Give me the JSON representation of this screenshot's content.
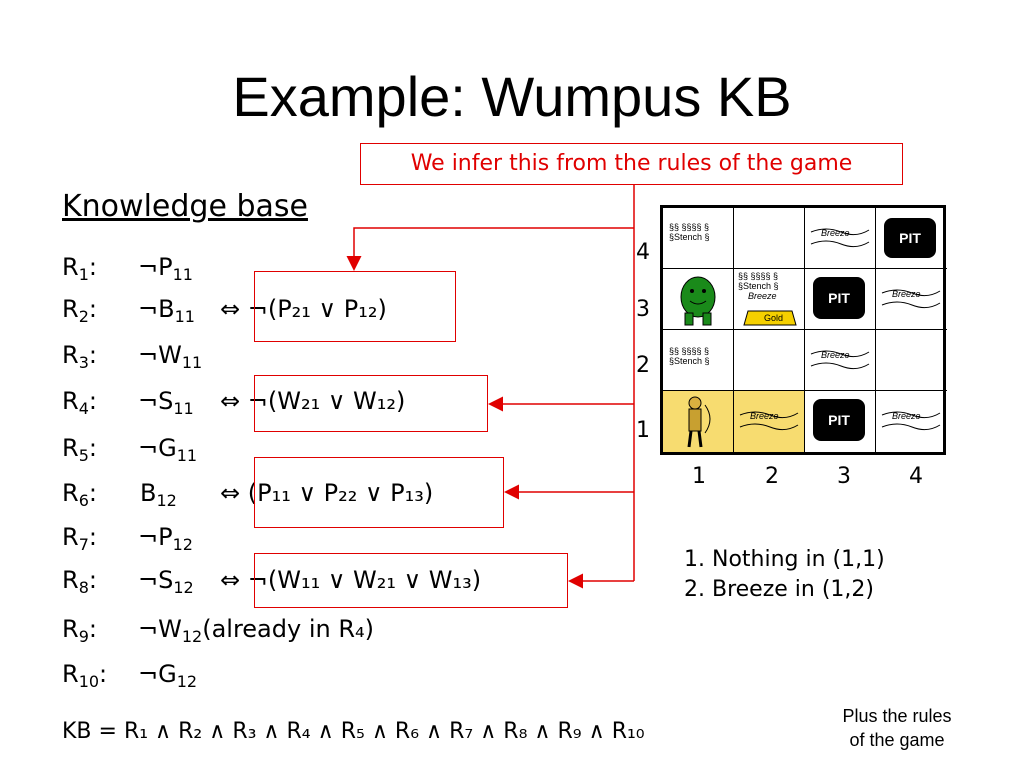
{
  "title": "Example: Wumpus KB",
  "kb_heading": "Knowledge base",
  "infer_note": "We infer this from the rules of the game",
  "rules": [
    {
      "n": "1",
      "lhs": "¬P",
      "lhs_sub": "11"
    },
    {
      "n": "2",
      "lhs": "¬B",
      "lhs_sub": "11",
      "rhs": "⇔ ¬(P₂₁ ∨ P₁₂)"
    },
    {
      "n": "3",
      "lhs": "¬W",
      "lhs_sub": "11"
    },
    {
      "n": "4",
      "lhs": "¬S",
      "lhs_sub": "11",
      "rhs": "⇔ ¬(W₂₁ ∨ W₁₂)"
    },
    {
      "n": "5",
      "lhs": "¬G",
      "lhs_sub": "11"
    },
    {
      "n": "6",
      "lhs": "B",
      "lhs_sub": "12",
      "rhs": "⇔ (P₁₁ ∨ P₂₂ ∨ P₁₃)"
    },
    {
      "n": "7",
      "lhs": "¬P",
      "lhs_sub": "12"
    },
    {
      "n": "8",
      "lhs": "¬S",
      "lhs_sub": "12",
      "rhs": "⇔ ¬(W₁₁ ∨ W₂₁ ∨ W₁₃)"
    },
    {
      "n": "9",
      "lhs": "¬W",
      "lhs_sub": "12",
      "note": "(already in R₄)"
    },
    {
      "n": "10",
      "lhs": "¬G",
      "lhs_sub": "12"
    }
  ],
  "kb_formula": "KB = R₁ ∧ R₂ ∧ R₃ ∧ R₄ ∧ R₅ ∧ R₆ ∧ R₇ ∧ R₈ ∧ R₉ ∧ R₁₀",
  "plus_rules": [
    "Plus the rules",
    "of the game"
  ],
  "observations": [
    "Nothing in (1,1)",
    "Breeze in (1,2)"
  ],
  "grid": {
    "row_labels": [
      "4",
      "3",
      "2",
      "1"
    ],
    "col_labels": [
      "1",
      "2",
      "3",
      "4"
    ],
    "pit_label": "PIT",
    "stench_label": "Stench",
    "breeze_label": "Breeze",
    "gold_label": "Gold"
  },
  "colors": {
    "accent_red": "#e00000",
    "visited_cell": "#f7dc70"
  }
}
